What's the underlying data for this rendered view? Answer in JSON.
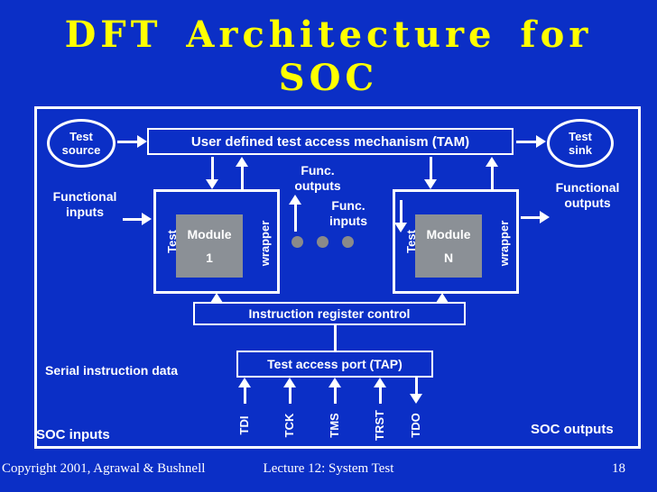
{
  "slide": {
    "title": [
      "DFT Architecture for",
      "SOC"
    ]
  },
  "colors": {
    "background": "#0b2fc6",
    "title_yellow": "#ffff00",
    "diagram_line": "#ffffff",
    "module_fill": "#8b9096",
    "dot_gray": "#8a8a8a"
  },
  "diagram": {
    "test_source": "Test\nsource",
    "tam": "User defined test access mechanism (TAM)",
    "test_sink": "Test\nsink",
    "functional_inputs": "Functional\ninputs",
    "func_outputs": "Func.\noutputs",
    "func_inputs": "Func.\ninputs",
    "functional_outputs": "Functional\noutputs",
    "module1": {
      "test": "Test",
      "name": "Module\n1",
      "wrapper": "wrapper"
    },
    "moduleN": {
      "test": "Test",
      "name": "Module\nN",
      "wrapper": "wrapper"
    },
    "instruction_register_control": "Instruction register control",
    "tap": "Test access port (TAP)",
    "serial_instruction_data": "Serial instruction data",
    "pins": [
      "TDI",
      "TCK",
      "TMS",
      "TRST",
      "TDO"
    ],
    "soc_inputs": "SOC inputs",
    "soc_outputs": "SOC outputs"
  },
  "footer": {
    "copyright": "Copyright 2001, Agrawal & Bushnell",
    "lecture": "Lecture 12: System Test",
    "page": "18"
  }
}
